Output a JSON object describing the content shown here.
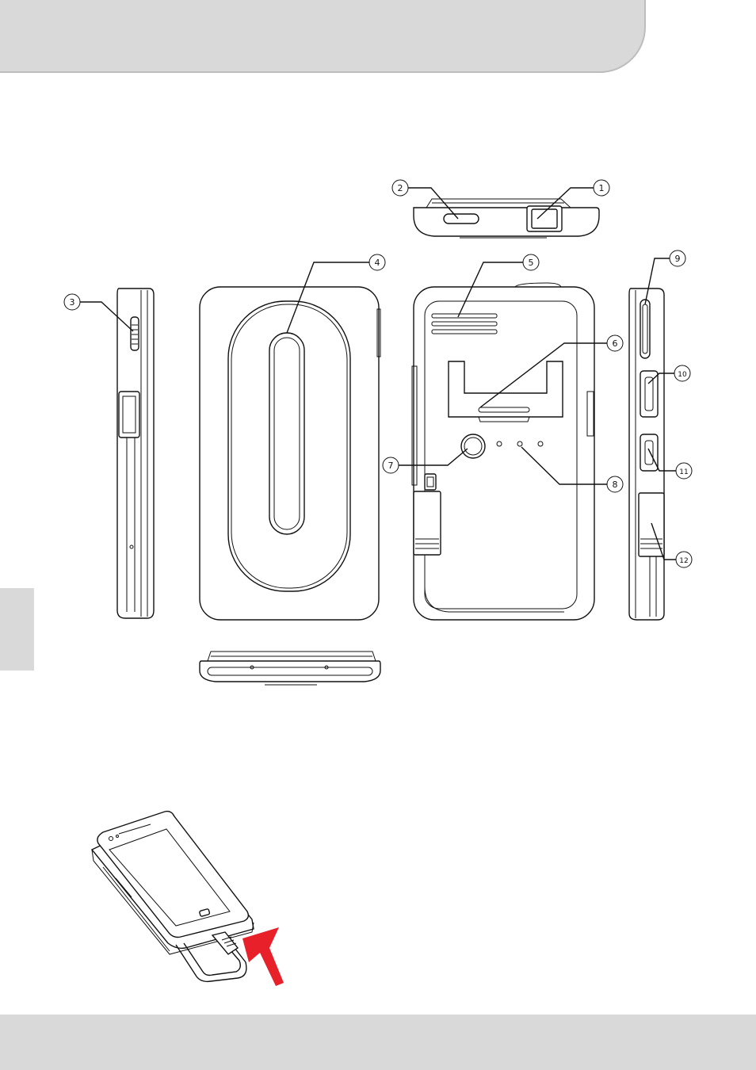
{
  "callouts": [
    {
      "id": "1",
      "symbol": "①"
    },
    {
      "id": "2",
      "symbol": "②"
    },
    {
      "id": "3",
      "symbol": "③"
    },
    {
      "id": "4",
      "symbol": "④"
    },
    {
      "id": "5",
      "symbol": "⑤"
    },
    {
      "id": "6",
      "symbol": "⑥"
    },
    {
      "id": "7",
      "symbol": "⑦"
    },
    {
      "id": "8",
      "symbol": "⑧"
    },
    {
      "id": "9",
      "symbol": "⑨"
    },
    {
      "id": "10",
      "symbol": "⑩"
    },
    {
      "id": "11",
      "symbol": "⑪"
    },
    {
      "id": "12",
      "symbol": "⑫"
    }
  ],
  "colors": {
    "band": "#d9d9d9",
    "arrow": "#e8202a",
    "line": "#111111"
  }
}
